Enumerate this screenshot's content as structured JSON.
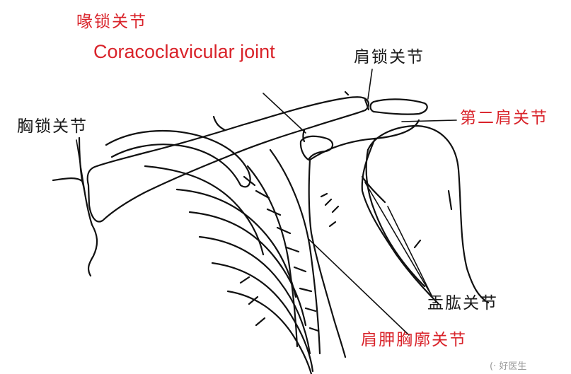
{
  "diagram": {
    "labels": {
      "coracoclavicular_cn": "喙锁关节",
      "coracoclavicular_en": "Coracoclavicular joint",
      "acromioclavicular": "肩锁关节",
      "sternoclavicular": "胸锁关节",
      "second_shoulder": "第二肩关节",
      "glenohumeral": "盂肱关节",
      "scapulothoracic": "肩胛胸廓关节"
    },
    "watermark": "(· 好医生"
  },
  "colors": {
    "label_red": "#d9232a",
    "label_black": "#1a1a1a",
    "line": "#111111"
  }
}
